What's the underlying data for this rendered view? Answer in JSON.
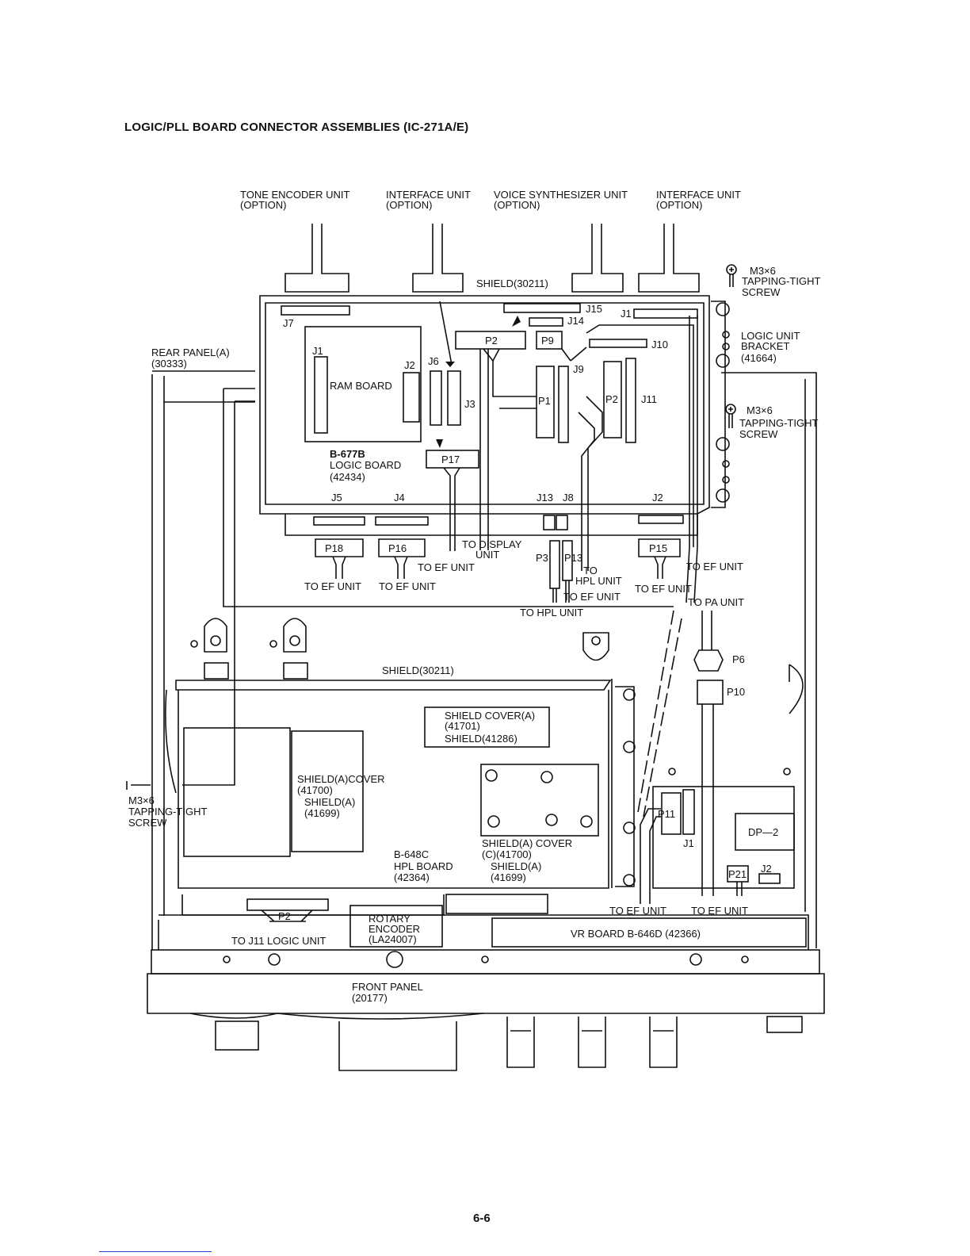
{
  "title": "LOGIC/PLL BOARD CONNECTOR ASSEMBLIES (IC-271A/E)",
  "page_number": "6-6",
  "option_units": [
    {
      "name": "TONE ENCODER UNIT",
      "note": "(OPTION)"
    },
    {
      "name": "INTERFACE UNIT",
      "note": "(OPTION)"
    },
    {
      "name": "VOICE SYNTHESIZER UNIT",
      "note": "(OPTION)"
    },
    {
      "name": "INTERFACE UNIT",
      "note": "(OPTION)"
    }
  ],
  "labels": {
    "shield_top": "SHIELD(30211)",
    "shield_mid": "SHIELD(30211)",
    "rear_panel": "REAR PANEL(A)",
    "rear_panel_pn": "(30333)",
    "screw_size": "M3×6",
    "screw_type": "TAPPING-TIGHT",
    "screw_word": "SCREW",
    "bracket_1": "LOGIC UNIT",
    "bracket_2": "BRACKET",
    "bracket_pn": "(41664)",
    "ram_board": "RAM BOARD",
    "logic_board_id": "B-677B",
    "logic_board_name": "LOGIC BOARD",
    "logic_board_pn": "(42434)",
    "to_ef_unit": "TO EF UNIT",
    "to_display_1": "TO DISPLAY",
    "to_display_2": "UNIT",
    "to_hpl_unit": "TO HPL UNIT",
    "to_word": "TO",
    "hpl_unit": "HPL UNIT",
    "to_pa_unit": "TO PA UNIT",
    "shield_cover_a": "SHIELD COVER(A)",
    "shield_cover_a_pn": "(41701)",
    "shield_41286": "SHIELD(41286)",
    "shield_a_cover": "SHIELD(A)COVER",
    "pn_41700": "(41700)",
    "shield_a": "SHIELD(A)",
    "pn_41699": "(41699)",
    "shield_a_cover_2": "SHIELD(A) COVER",
    "c_41700": "(C)(41700)",
    "hpl_board_id": "B-648C",
    "hpl_board_name": "HPL BOARD",
    "hpl_board_pn": "(42364)",
    "dp2": "DP—2",
    "rotary_1": "ROTARY",
    "rotary_2": "ENCODER",
    "rotary_pn": "(LA24007)",
    "vr_board": "VR BOARD B-646D (42366)",
    "to_j11": "TO J11 LOGIC UNIT",
    "front_panel": "FRONT PANEL",
    "front_panel_pn": "(20177)"
  },
  "connectors": {
    "J1": "J1",
    "J2": "J2",
    "J3": "J3",
    "J4": "J4",
    "J5": "J5",
    "J6": "J6",
    "J7": "J7",
    "J8": "J8",
    "J9": "J9",
    "J10": "J10",
    "J11": "J11",
    "J13": "J13",
    "J14": "J14",
    "J15": "J15",
    "P1": "P1",
    "P2": "P2",
    "P3": "P3",
    "P6": "P6",
    "P9": "P9",
    "P10": "P10",
    "P11": "P11",
    "P13": "P13",
    "P15": "P15",
    "P16": "P16",
    "P17": "P17",
    "P18": "P18",
    "P21": "P21"
  }
}
